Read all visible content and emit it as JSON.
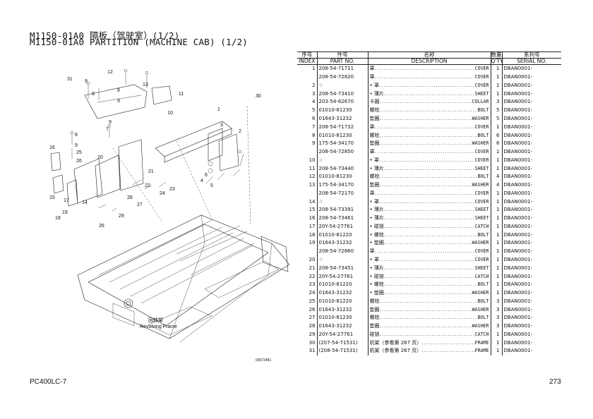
{
  "header": {
    "title_zh": "M1150-01A0 隔板（驾驶室）(1/2)",
    "title_en": "M1150-01A0 PARTITION (MACHINE CAB) (1/2)"
  },
  "table": {
    "columns": [
      {
        "zh": "序号",
        "en": "INDEX"
      },
      {
        "zh": "件号",
        "en": "PART NO."
      },
      {
        "zh": "名称",
        "en": "DESCRIPTION"
      },
      {
        "zh": "数量",
        "en": "Q'TY"
      },
      {
        "zh": "系列号",
        "en": "SERIAL NO."
      }
    ],
    "rows": [
      {
        "index": "1",
        "part": "208-54-71711",
        "zh": "罩",
        "en": "COVER",
        "qty": "1",
        "serial": "DBAN0001-"
      },
      {
        "index": "",
        "part": "208-54-72820",
        "zh": "罩",
        "en": "COVER",
        "qty": "1",
        "serial": "DBAN0001-"
      },
      {
        "index": "2",
        "part": "☆",
        "zh": "• 罩",
        "en": "COVER",
        "qty": "1",
        "serial": "DBAN0001-"
      },
      {
        "index": "3",
        "part": "208-54-73410",
        "zh": "• 薄片",
        "en": "SHEET",
        "qty": "1",
        "serial": "DBAN0001-"
      },
      {
        "index": "4",
        "part": "203-54-62670",
        "zh": "卡圈",
        "en": "COLLAR",
        "qty": "3",
        "serial": "DBAN0001-"
      },
      {
        "index": "5",
        "part": "01010-81230",
        "zh": "螺栓",
        "en": "BOLT",
        "qty": "5",
        "serial": "DBAN0001-"
      },
      {
        "index": "6",
        "part": "01643-31232",
        "zh": "垫圈",
        "en": "WASHER",
        "qty": "5",
        "serial": "DBAN0001-"
      },
      {
        "index": "7",
        "part": "208-54-71732",
        "zh": "罩",
        "en": "COVER",
        "qty": "1",
        "serial": "DBAN0001-"
      },
      {
        "index": "8",
        "part": "01010-81230",
        "zh": "螺栓",
        "en": "BOLT",
        "qty": "6",
        "serial": "DBAN0001-"
      },
      {
        "index": "9",
        "part": "175-54-34170",
        "zh": "垫圈",
        "en": "WASHER",
        "qty": "6",
        "serial": "DBAN0001-"
      },
      {
        "index": "",
        "part": "208-54-72850",
        "zh": "罩",
        "en": "COVER",
        "qty": "1",
        "serial": "DBAN0001-"
      },
      {
        "index": "10",
        "part": "☆",
        "zh": "• 罩",
        "en": "COVER",
        "qty": "1",
        "serial": "DBAN0001-"
      },
      {
        "index": "11",
        "part": "208-54-73440",
        "zh": "• 薄片",
        "en": "SHEET",
        "qty": "1",
        "serial": "DBAN0001-"
      },
      {
        "index": "12",
        "part": "01010-81230",
        "zh": "螺栓",
        "en": "BOLT",
        "qty": "4",
        "serial": "DBAN0001-"
      },
      {
        "index": "13",
        "part": "175-54-34170",
        "zh": "垫圈",
        "en": "WASHER",
        "qty": "4",
        "serial": "DBAN0001-"
      },
      {
        "index": "",
        "part": "208-54-72170",
        "zh": "罩",
        "en": "COVER",
        "qty": "1",
        "serial": "DBAN0001-"
      },
      {
        "index": "14",
        "part": "☆",
        "zh": "• 罩",
        "en": "COVER",
        "qty": "1",
        "serial": "DBAN0001-"
      },
      {
        "index": "15",
        "part": "208-54-73391",
        "zh": "• 薄片",
        "en": "SHEET",
        "qty": "1",
        "serial": "DBAN0001-"
      },
      {
        "index": "16",
        "part": "208-54-73461",
        "zh": "• 薄片",
        "en": "SHEET",
        "qty": "1",
        "serial": "DBAN0001-"
      },
      {
        "index": "17",
        "part": "20Y-54-27761",
        "zh": "• 碰锁",
        "en": "CATCH",
        "qty": "1",
        "serial": "DBAN0001-"
      },
      {
        "index": "18",
        "part": "01010-81220",
        "zh": "• 螺栓",
        "en": "BOLT",
        "qty": "1",
        "serial": "DBAN0001-"
      },
      {
        "index": "19",
        "part": "01643-31232",
        "zh": "• 垫圈",
        "en": "WASHER",
        "qty": "1",
        "serial": "DBAN0001-"
      },
      {
        "index": "",
        "part": "208-54-72860",
        "zh": "罩",
        "en": "COVER",
        "qty": "1",
        "serial": "DBAN0001-"
      },
      {
        "index": "20",
        "part": "☆",
        "zh": "• 罩",
        "en": "COVER",
        "qty": "1",
        "serial": "DBAN0001-"
      },
      {
        "index": "21",
        "part": "208-54-73451",
        "zh": "• 薄片",
        "en": "SHEET",
        "qty": "1",
        "serial": "DBAN0001-"
      },
      {
        "index": "22",
        "part": "20Y-54-27761",
        "zh": "• 碰锁",
        "en": "CATCH",
        "qty": "1",
        "serial": "DBAN0001-"
      },
      {
        "index": "23",
        "part": "01010-81220",
        "zh": "• 螺栓",
        "en": "BOLT",
        "qty": "1",
        "serial": "DBAN0001-"
      },
      {
        "index": "24",
        "part": "01643-31232",
        "zh": "• 垫圈",
        "en": "WASHER",
        "qty": "1",
        "serial": "DBAN0001-"
      },
      {
        "index": "25",
        "part": "01010-81220",
        "zh": "螺栓",
        "en": "BOLT",
        "qty": "3",
        "serial": "DBAN0001-"
      },
      {
        "index": "26",
        "part": "01643-31232",
        "zh": "垫圈",
        "en": "WASHER",
        "qty": "3",
        "serial": "DBAN0001-"
      },
      {
        "index": "27",
        "part": "01010-81230",
        "zh": "螺栓",
        "en": "BOLT",
        "qty": "3",
        "serial": "DBAN0001-"
      },
      {
        "index": "28",
        "part": "01643-31232",
        "zh": "垫圈",
        "en": "WASHER",
        "qty": "3",
        "serial": "DBAN0001-"
      },
      {
        "index": "29",
        "part": "20Y-54-27761",
        "zh": "碰锁",
        "en": "CATCH",
        "qty": "1",
        "serial": "DBAN0001-"
      },
      {
        "index": "30",
        "part": "(207-54-71531)",
        "zh": "机架（参看第 267 页）",
        "en": "FRAME",
        "qty": "1",
        "serial": "DBAN0001-"
      },
      {
        "index": "31",
        "part": "(208-54-71531)",
        "zh": "机架（参看第 267 页）",
        "en": "FRAME",
        "qty": "1",
        "serial": "DBAN0001-"
      }
    ]
  },
  "diagram": {
    "callouts": [
      "1",
      "2",
      "3",
      "4",
      "5",
      "6",
      "7",
      "8",
      "9",
      "10",
      "11",
      "12",
      "13",
      "14",
      "15",
      "16",
      "17",
      "18",
      "19",
      "20",
      "21",
      "22",
      "23",
      "24",
      "25",
      "26",
      "27",
      "28",
      "29",
      "30",
      "31"
    ],
    "frame_label_zh": "回转架",
    "frame_label_en": "Revolving Frame",
    "drawing_id": "00072481"
  },
  "footer": {
    "model": "PC400LC-7",
    "page": "273"
  }
}
